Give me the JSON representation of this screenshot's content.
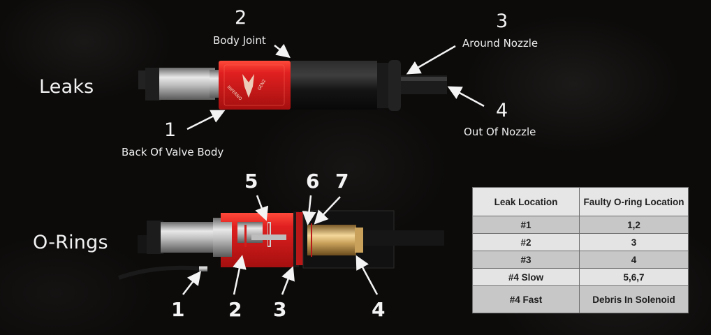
{
  "sections": {
    "leaks_title": "Leaks",
    "orings_title": "O-Rings"
  },
  "leak_callouts": [
    {
      "number": "1",
      "label": "Back Of Valve Body"
    },
    {
      "number": "2",
      "label": "Body Joint"
    },
    {
      "number": "3",
      "label": "Around Nozzle"
    },
    {
      "number": "4",
      "label": "Out Of Nozzle"
    }
  ],
  "oring_callouts": [
    {
      "number": "1"
    },
    {
      "number": "2"
    },
    {
      "number": "3"
    },
    {
      "number": "4"
    },
    {
      "number": "5"
    },
    {
      "number": "6"
    },
    {
      "number": "7"
    }
  ],
  "product_engraving": {
    "brand": "INFERNO",
    "model": "GEN2"
  },
  "table": {
    "headers": [
      "Leak Location",
      "Faulty O-ring Location"
    ],
    "rows": [
      [
        "#1",
        "1,2"
      ],
      [
        "#2",
        "3"
      ],
      [
        "#3",
        "4"
      ],
      [
        "#4 Slow",
        "5,6,7"
      ],
      [
        "#4 Fast",
        "Debris In Solenoid"
      ]
    ]
  },
  "colors": {
    "background": "#0c0b0a",
    "body_red": "#d41f1f",
    "text_white": "#f2f2f2",
    "table_light": "#e4e4e4",
    "table_dark": "#c7c7c7"
  }
}
